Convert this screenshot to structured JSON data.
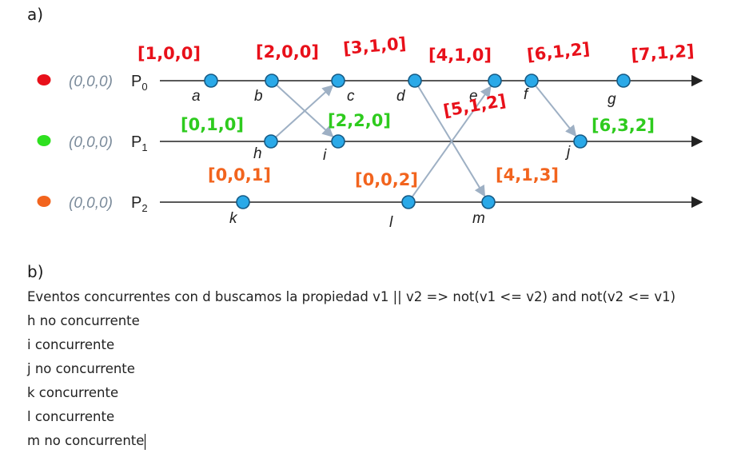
{
  "part_a": {
    "label": "a)"
  },
  "part_b": {
    "label": "b)"
  },
  "colors": {
    "p0_dot": "#e8101a",
    "p1_dot": "#2ee01f",
    "p2_dot": "#f2641e",
    "p0_vectors": "#e8101a",
    "p1_vectors": "#2ecb1e",
    "p2_vectors": "#f2641e",
    "event_fill": "#2aa9e8",
    "event_stroke": "#155a85",
    "message_arrow": "#9eb0c4",
    "timeline": "#222222"
  },
  "processes": [
    {
      "id": "p0",
      "init": "(0,0,0)",
      "name": "P",
      "sub": "0",
      "color_key": "p0_dot"
    },
    {
      "id": "p1",
      "init": "(0,0,0)",
      "name": "P",
      "sub": "1",
      "color_key": "p1_dot"
    },
    {
      "id": "p2",
      "init": "(0,0,0)",
      "name": "P",
      "sub": "2",
      "color_key": "p2_dot"
    }
  ],
  "events": [
    {
      "id": "a",
      "label": "a",
      "process": "p0"
    },
    {
      "id": "b",
      "label": "b",
      "process": "p0"
    },
    {
      "id": "c",
      "label": "c",
      "process": "p0"
    },
    {
      "id": "d",
      "label": "d",
      "process": "p0"
    },
    {
      "id": "e",
      "label": "e",
      "process": "p0"
    },
    {
      "id": "f",
      "label": "f",
      "process": "p0"
    },
    {
      "id": "g",
      "label": "g",
      "process": "p0"
    },
    {
      "id": "h",
      "label": "h",
      "process": "p1"
    },
    {
      "id": "i",
      "label": "i",
      "process": "p1"
    },
    {
      "id": "j",
      "label": "j",
      "process": "p1"
    },
    {
      "id": "k",
      "label": "k",
      "process": "p2"
    },
    {
      "id": "l",
      "label": "l",
      "process": "p2"
    },
    {
      "id": "m",
      "label": "m",
      "process": "p2"
    }
  ],
  "messages": [
    {
      "from": "b",
      "to": "i"
    },
    {
      "from": "h",
      "to": "c"
    },
    {
      "from": "d",
      "to": "m"
    },
    {
      "from": "l",
      "to": "e"
    },
    {
      "from": "f",
      "to": "j"
    }
  ],
  "vector_annotations": [
    {
      "event": "a",
      "text": "[1,0,0]",
      "color_key": "p0_vectors"
    },
    {
      "event": "b",
      "text": "[2,0,0]",
      "color_key": "p0_vectors"
    },
    {
      "event": "c",
      "text": "[3,1,0]",
      "color_key": "p0_vectors"
    },
    {
      "event": "d",
      "text": "[4,1,0]",
      "color_key": "p0_vectors"
    },
    {
      "event": "e",
      "text": "[5,1,2]",
      "color_key": "p0_vectors"
    },
    {
      "event": "f",
      "text": "[6,1,2]",
      "color_key": "p0_vectors"
    },
    {
      "event": "g",
      "text": "[7,1,2]",
      "color_key": "p0_vectors"
    },
    {
      "event": "h",
      "text": "[0,1,0]",
      "color_key": "p1_vectors"
    },
    {
      "event": "i",
      "text": "[2,2,0]",
      "color_key": "p1_vectors"
    },
    {
      "event": "j",
      "text": "[6,3,2]",
      "color_key": "p1_vectors"
    },
    {
      "event": "k",
      "text": "[0,0,1]",
      "color_key": "p2_vectors"
    },
    {
      "event": "l",
      "text": "[0,0,2]",
      "color_key": "p2_vectors"
    },
    {
      "event": "m",
      "text": "[4,1,3]",
      "color_key": "p2_vectors"
    }
  ],
  "analysis": {
    "intro": "Eventos concurrentes con d buscamos la propiedad v1 || v2 => not(v1 <= v2) and not(v2 <= v1)",
    "results": [
      "h no concurrente",
      "i concurrente",
      "j no concurrente",
      "k concurrente",
      "l concurrente",
      "m no concurrente"
    ]
  }
}
